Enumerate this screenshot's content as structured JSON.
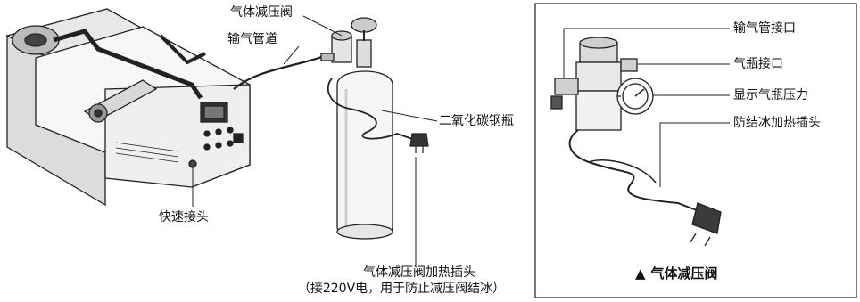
{
  "labels": {
    "reducer_valve": "气体减压阀",
    "gas_hose": "输气管道",
    "co2_cylinder": "二氧化碳钢瓶",
    "quick_connector": "快速接头",
    "heater_plug_line1": "气体减压阀加热插头",
    "heater_plug_line2": "（接220V电，用于防止减压阀结冰）"
  },
  "detail": {
    "hose_port": "输气管接口",
    "cylinder_port": "气瓶接口",
    "pressure_display": "显示气瓶压力",
    "anti_freeze_plug": "防结冰加热插头",
    "title_marker": "▲",
    "title": "气体减压阀"
  }
}
